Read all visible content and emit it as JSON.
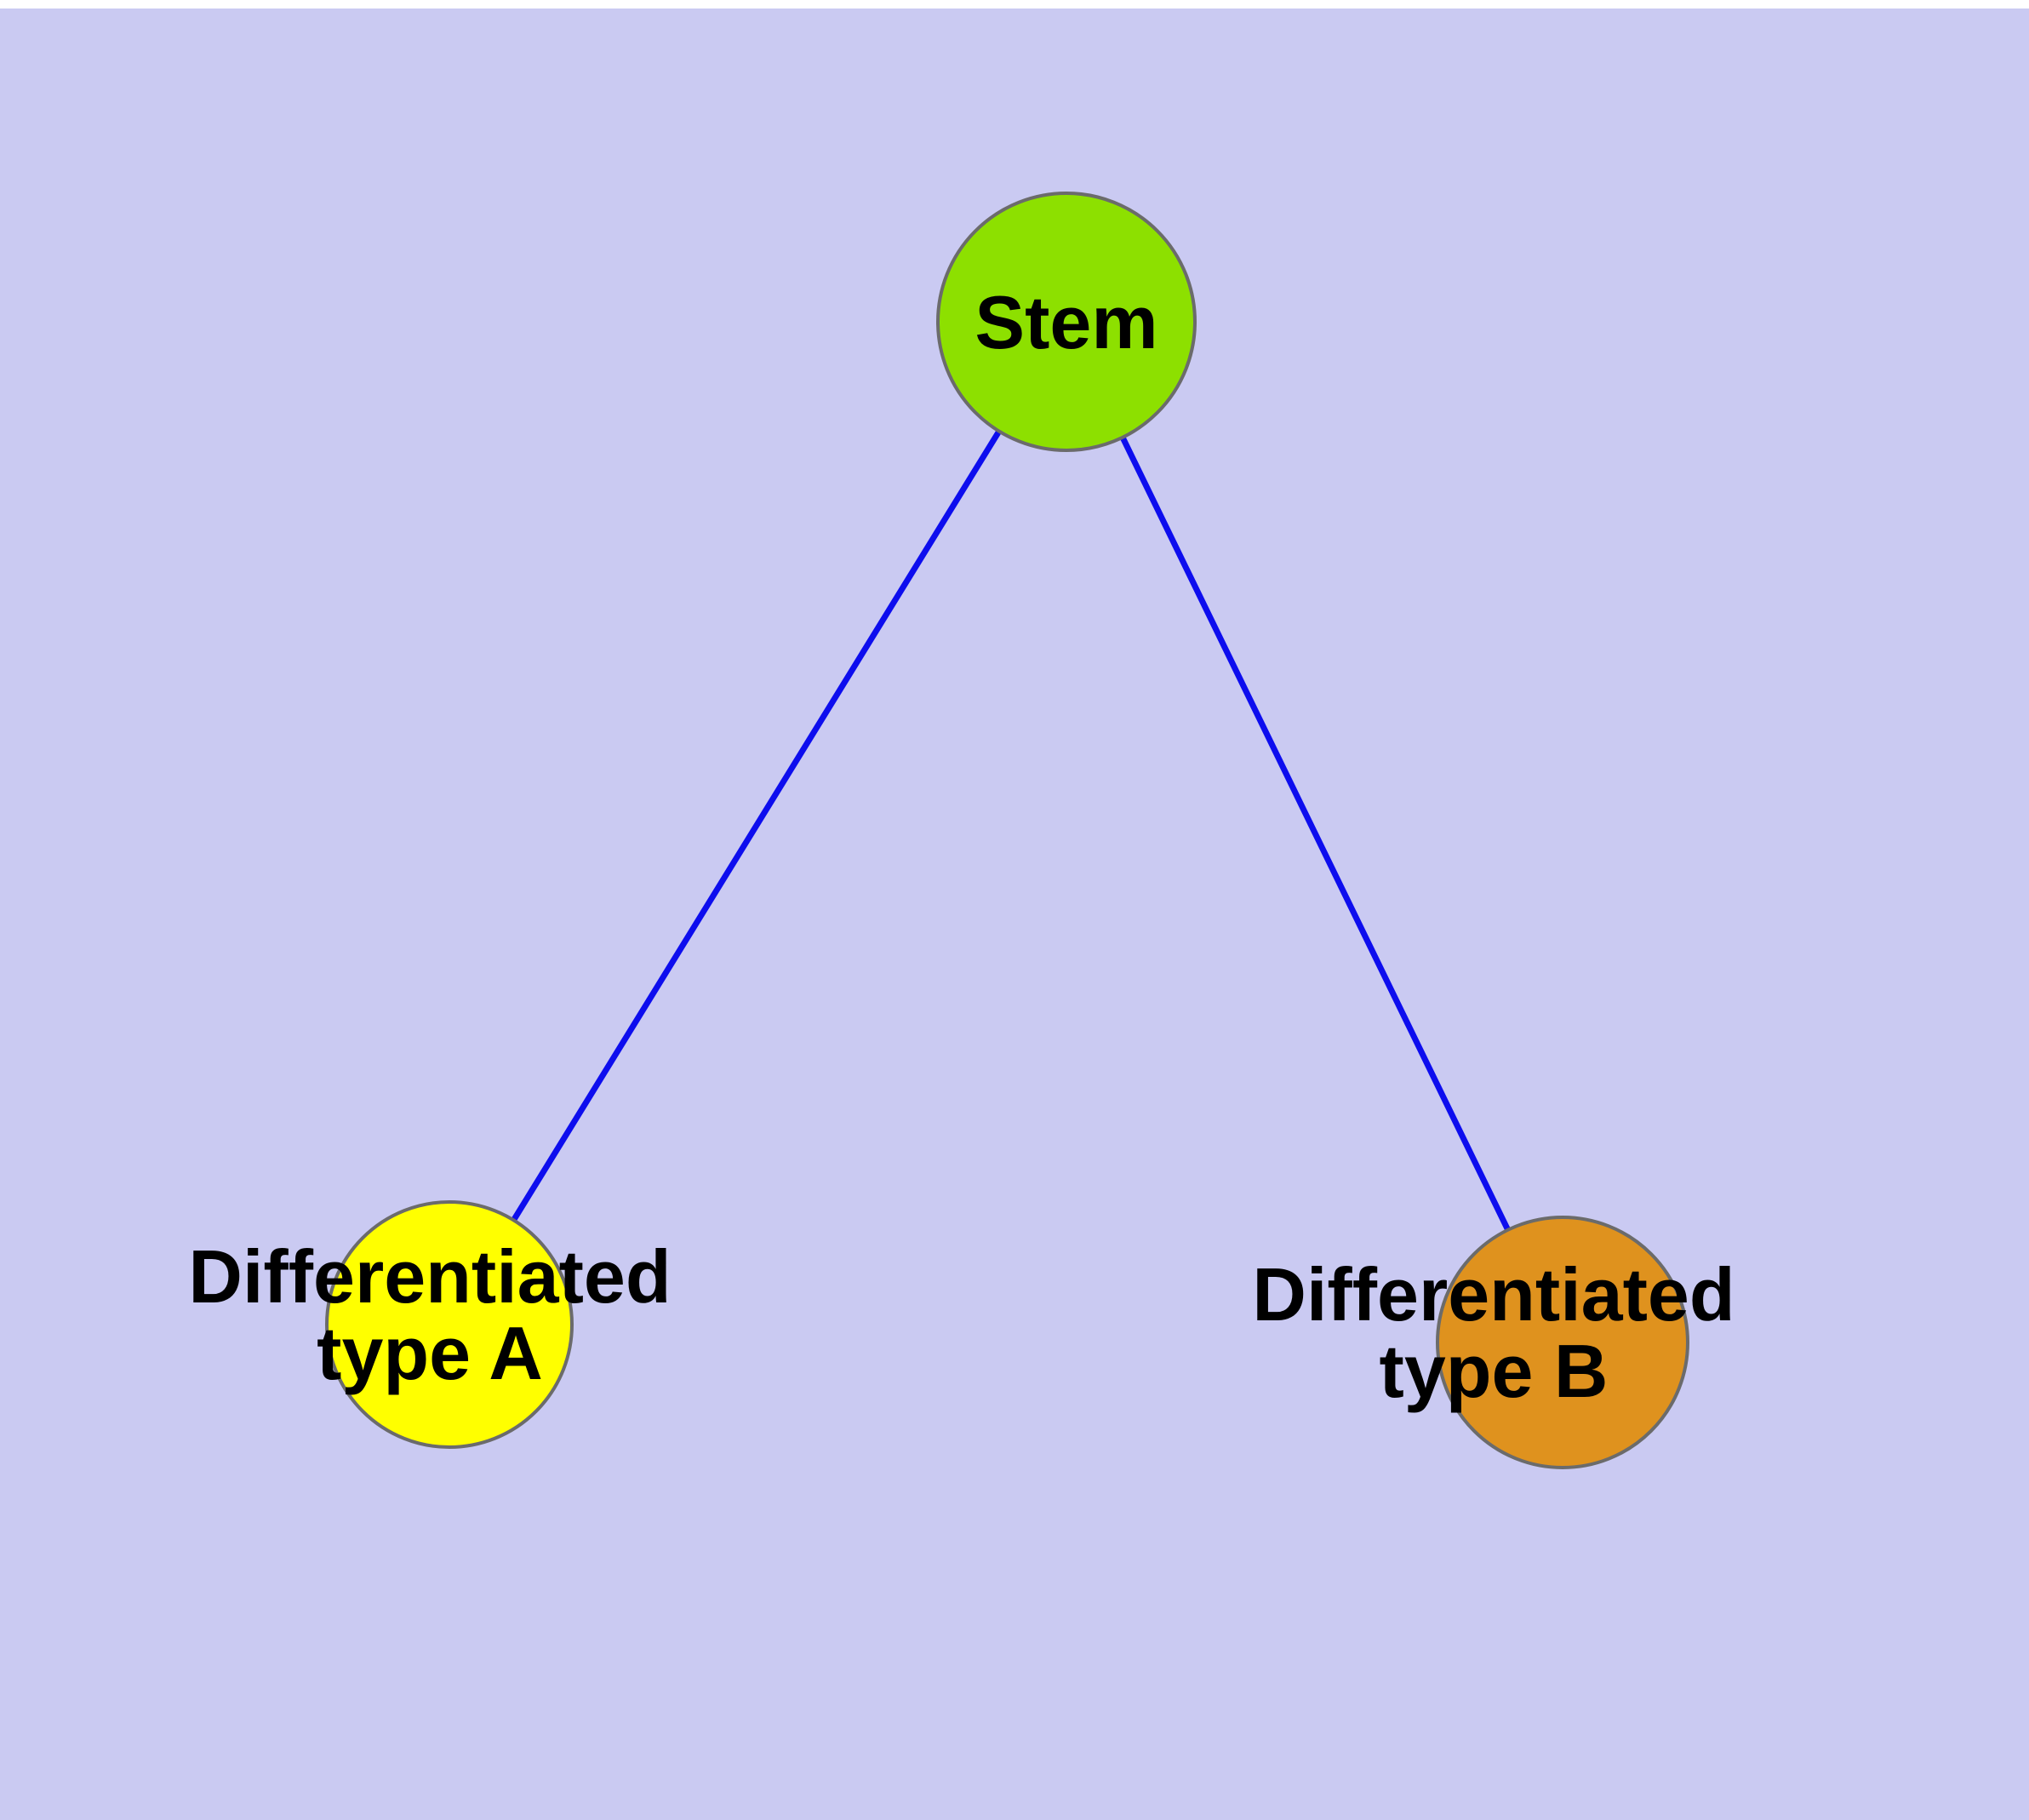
{
  "diagram": {
    "background_color": "#cacaf2",
    "edge_color": "#0d0dee",
    "node_border_color": "#6b6b6b",
    "nodes": {
      "stem": {
        "label": "Stem",
        "fill": "#8de000"
      },
      "type_a": {
        "label": "Differentiated type A",
        "line1": "Differentiated",
        "line2": "type A",
        "fill": "#ffff00"
      },
      "type_b": {
        "label": "Differentiated type B",
        "line1": "Differentiated",
        "line2": "type B",
        "fill": "#df921e"
      }
    },
    "edges": [
      {
        "from": "Stem",
        "to": "Differentiated type A"
      },
      {
        "from": "Stem",
        "to": "Differentiated type B"
      }
    ]
  }
}
